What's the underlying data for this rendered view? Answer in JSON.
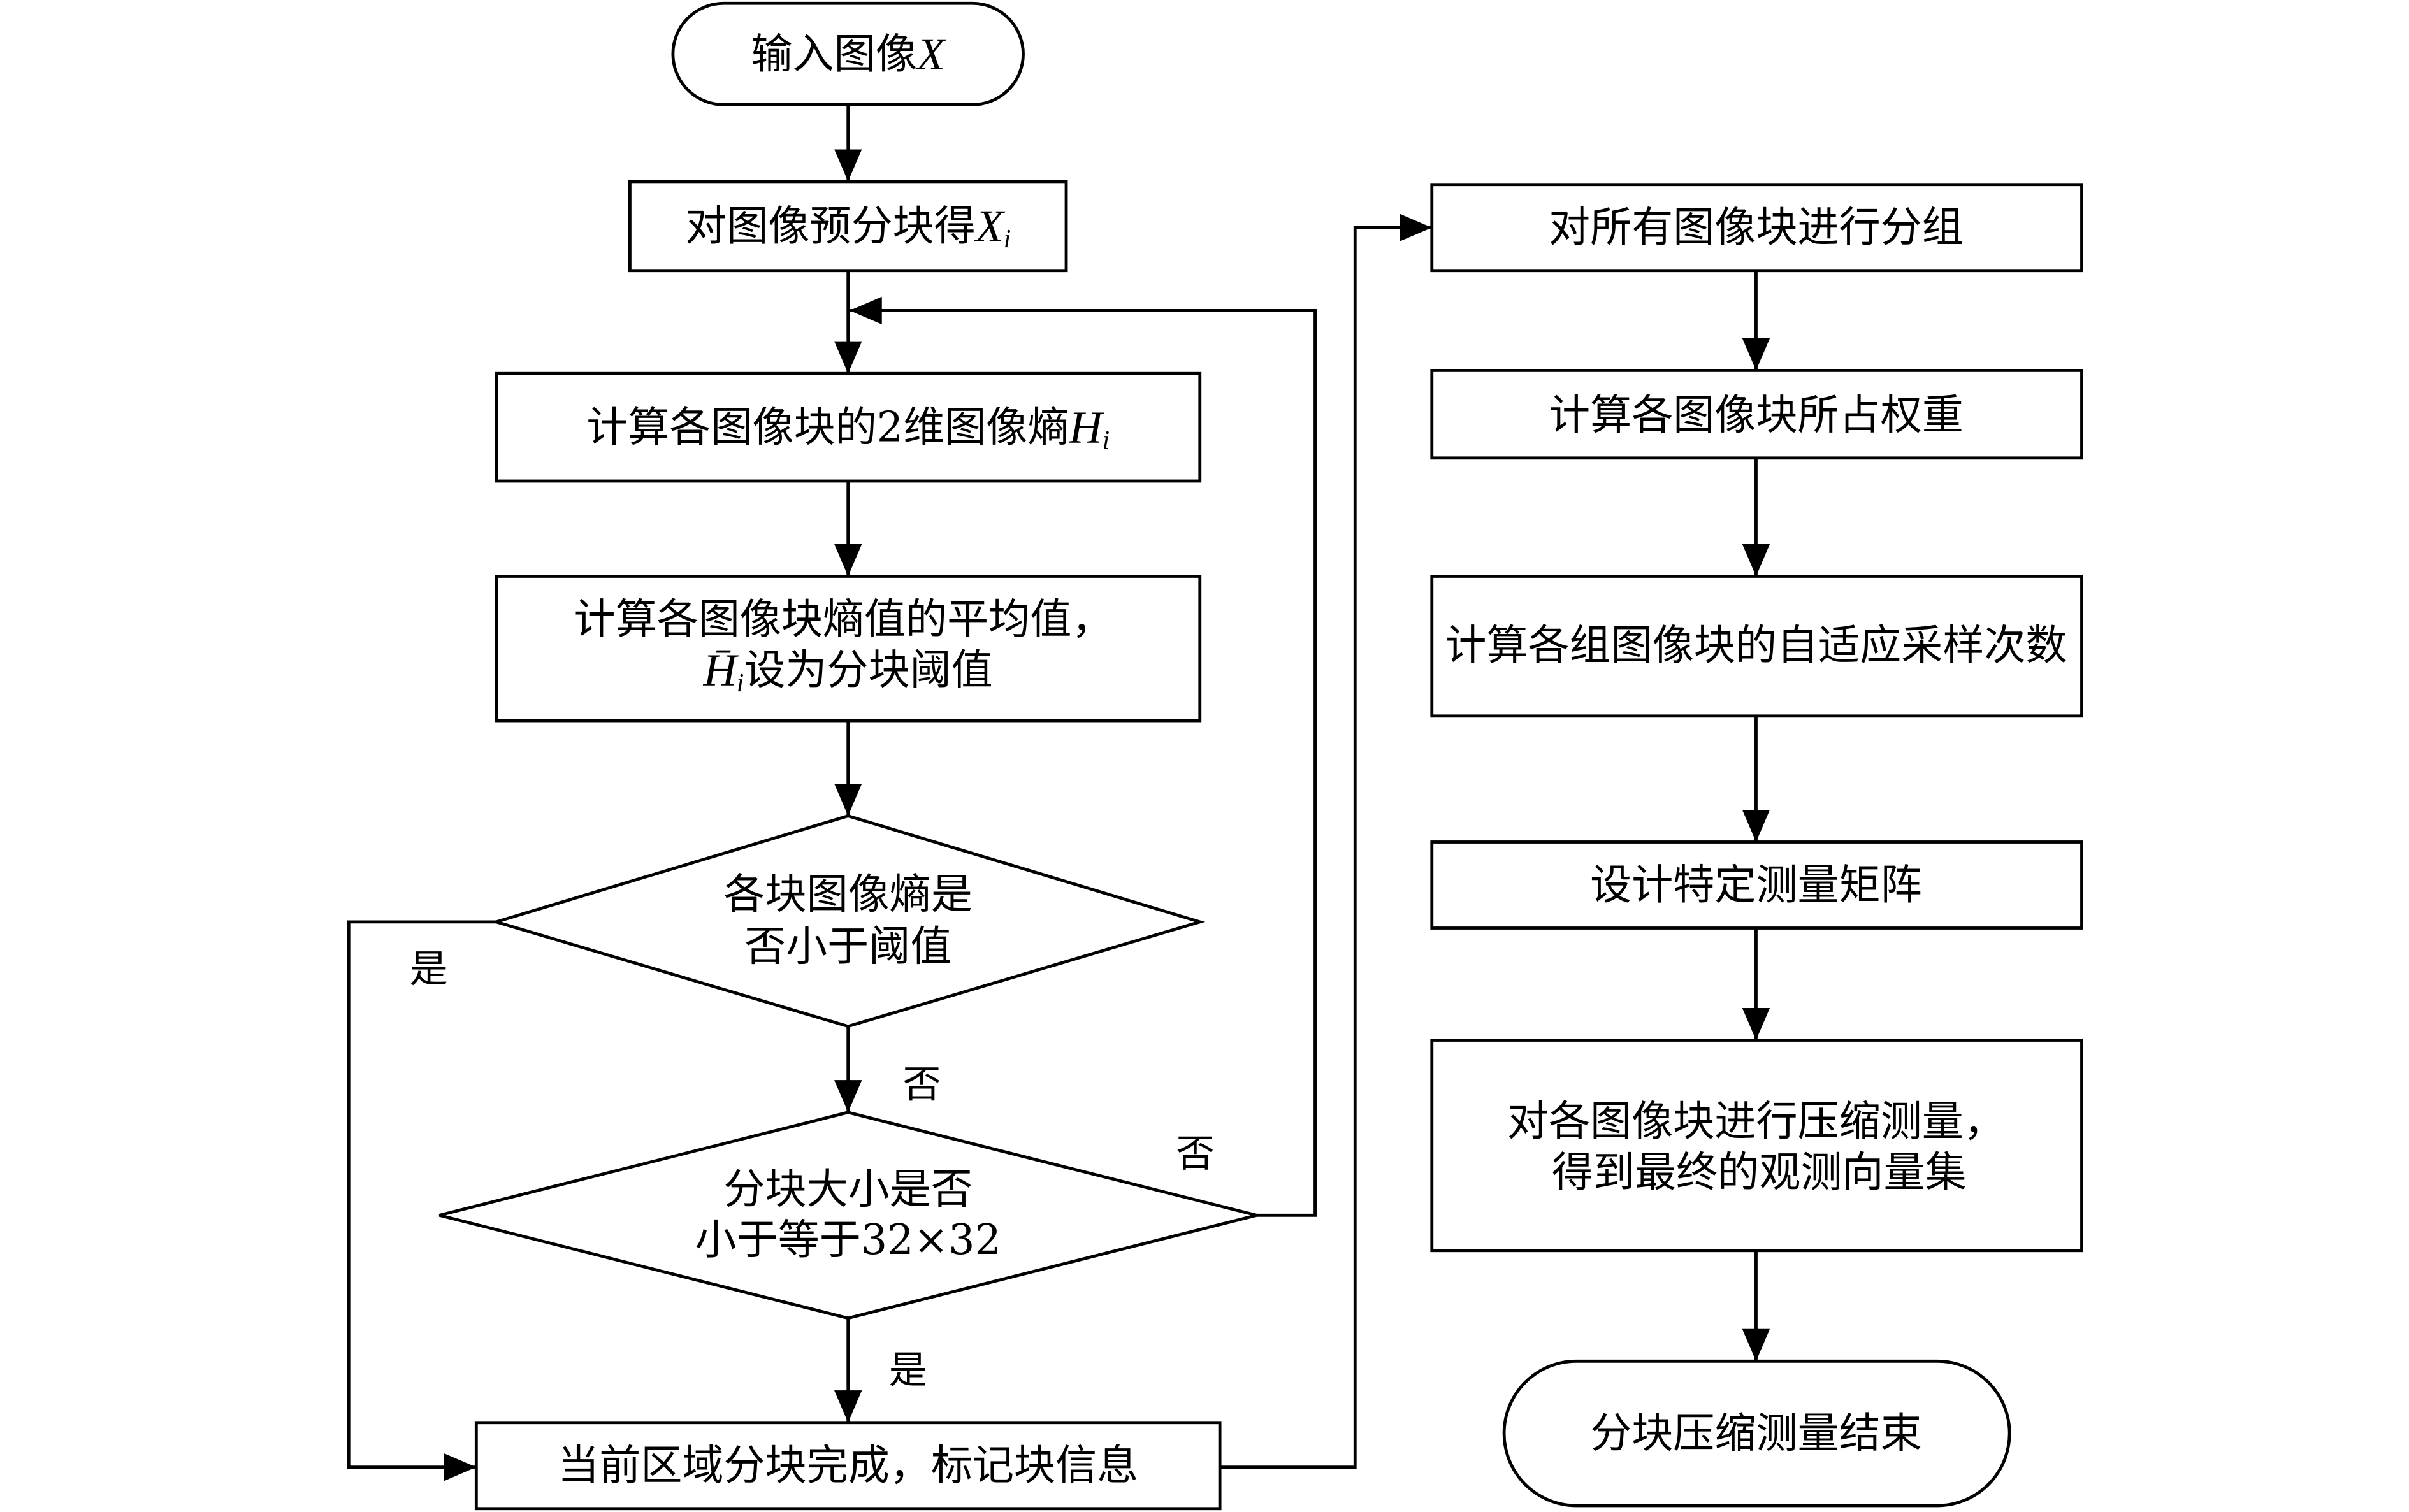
{
  "nodes": {
    "start": {
      "text": "输入图像",
      "math": "X"
    },
    "pre_block": {
      "text": "对图像预分块得",
      "math": "X",
      "sub": "i"
    },
    "entropy": {
      "text": "计算各图像块的2维图像熵",
      "math": "H",
      "sub": "i"
    },
    "mean": {
      "line1": "计算各图像块熵值的平均值，",
      "math": "H̄",
      "sub": "i",
      "line2": "设为分块阈值"
    },
    "decision_entropy": {
      "line1": "各块图像熵是",
      "line2": "否小于阈值"
    },
    "decision_size": {
      "line1": "分块大小是否",
      "line2": "小于等于32×32"
    },
    "done": {
      "text": "当前区域分块完成，标记块信息"
    },
    "group": {
      "text": "对所有图像块进行分组"
    },
    "weight": {
      "text": "计算各图像块所占权重"
    },
    "sampling": {
      "text": "计算各组图像块的自适应采样次数"
    },
    "matrix": {
      "text": "设计特定测量矩阵"
    },
    "measure": {
      "line1": "对各图像块进行压缩测量，",
      "line2": "得到最终的观测向量集"
    },
    "end": {
      "text": "分块压缩测量结束"
    }
  },
  "edge_labels": {
    "entropy_yes": "是",
    "entropy_no": "否",
    "size_no": "否",
    "size_yes": "是"
  },
  "colors": {
    "line": "#000000",
    "background": "#ffffff"
  }
}
